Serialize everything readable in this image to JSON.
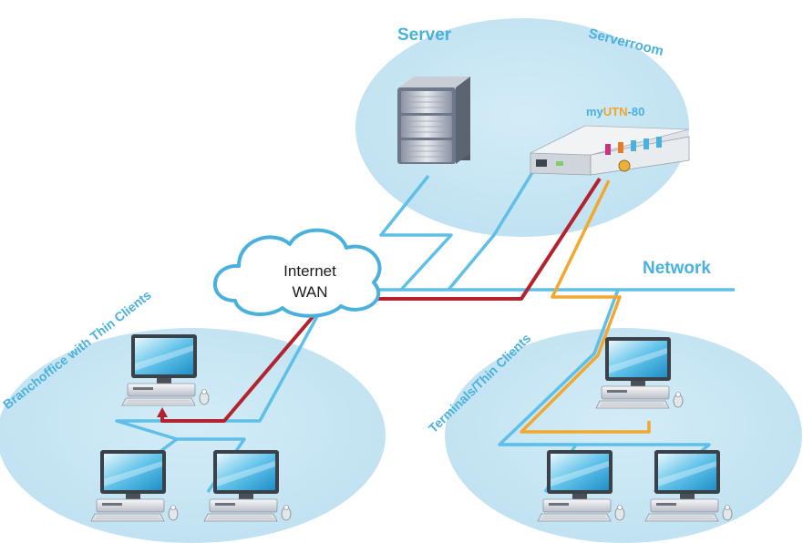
{
  "labels": {
    "server": "Server",
    "server_room": "Serverroom",
    "device_name_part1": "my",
    "device_name_part2": "UTN",
    "device_name_part3": "-80",
    "network": "Network",
    "internet_line1": "Internet",
    "internet_line2": "WAN",
    "branch_office": "Branchoffice with Thin Clients",
    "terminals": "Terminals/Thin Clients"
  },
  "colors": {
    "zone_fill": "#c9e6f3",
    "network_line": "#5ec0e8",
    "wan_link": "#b3232f",
    "lan_link": "#f2a830",
    "label_blue": "#4ab0dc",
    "accent_orange": "#f0a429"
  },
  "icons": {
    "server": "rack-server-icon",
    "device": "usb-device-server-icon",
    "client": "thin-client-computer-icon",
    "cloud": "internet-cloud-icon"
  }
}
